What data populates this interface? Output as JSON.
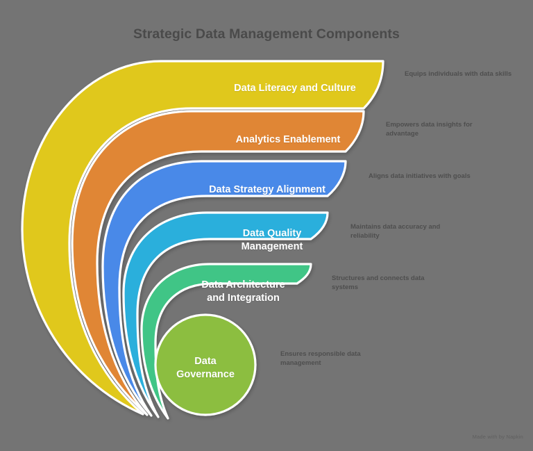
{
  "title": "Strategic Data Management Components",
  "background_color": "#747474",
  "title_color": "#4a4a4a",
  "label_color": "#ffffff",
  "description_color": "#4e4e4e",
  "watermark": "Made with by Napkin",
  "chart_data": {
    "type": "funnel",
    "title": "Strategic Data Management Components",
    "orientation": "nested-shells-with-core-circle",
    "legend": "none",
    "grid": false,
    "layers": [
      {
        "label": "Data Literacy and Culture",
        "description": "Equips individuals with data skills",
        "color": "#E0C81E",
        "level": 1
      },
      {
        "label": "Analytics Enablement",
        "description": "Empowers data insights for advantage",
        "color": "#E08634",
        "level": 2
      },
      {
        "label": "Data Strategy Alignment",
        "description": "Aligns data initiatives with goals",
        "color": "#4A89E8",
        "level": 3
      },
      {
        "label": "Data Quality\nManagement",
        "description": "Maintains data accuracy and reliability",
        "color": "#29AFDC",
        "level": 4
      },
      {
        "label": "Data Architecture\nand Integration",
        "description": "Structures and connects data systems",
        "color": "#3FC586",
        "level": 5
      },
      {
        "label": "Data\nGovernance",
        "description": "Ensures responsible data management",
        "color": "#8CBE3F",
        "level": 6
      }
    ]
  }
}
